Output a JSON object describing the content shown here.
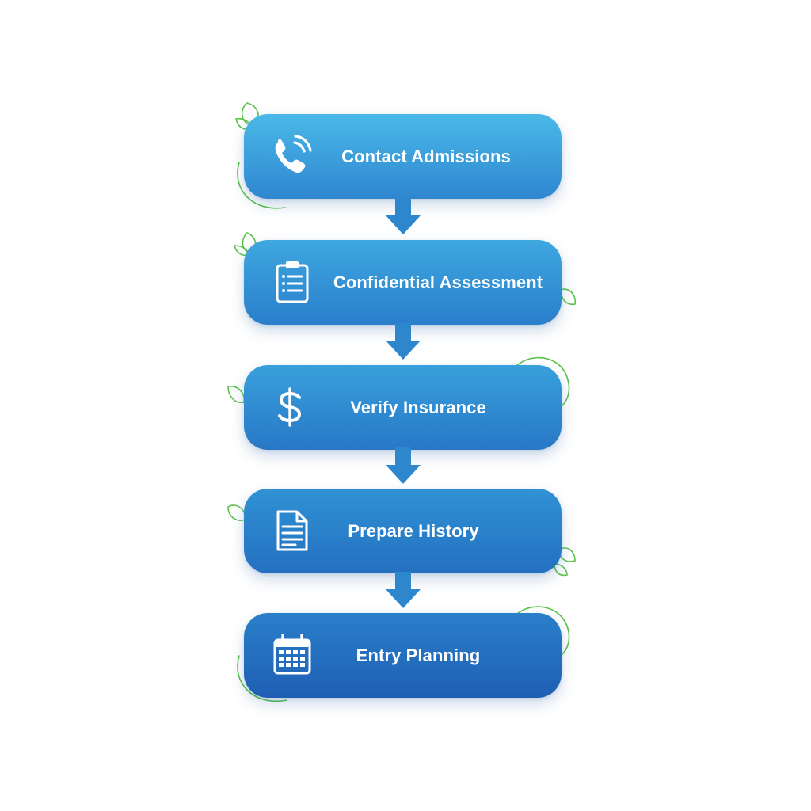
{
  "diagram": {
    "steps": [
      {
        "label": "Contact Admissions",
        "icon": "phone-icon"
      },
      {
        "label": "Confidential Assessment",
        "icon": "clipboard-icon"
      },
      {
        "label": "Verify Insurance",
        "icon": "dollar-icon"
      },
      {
        "label": "Prepare History",
        "icon": "document-icon"
      },
      {
        "label": "Entry Planning",
        "icon": "calendar-icon"
      }
    ],
    "colors": {
      "step_top": [
        "#4ab9e8",
        "#3ea8e0",
        "#38a0dc",
        "#3092d4",
        "#2a7fca"
      ],
      "step_bottom": [
        "#2f86d0",
        "#2a7ecb",
        "#2878c6",
        "#2470c0",
        "#1f5fb3"
      ],
      "arrow": "#2e86cc",
      "leaf": "#5ac24a",
      "text": "#ffffff"
    }
  }
}
